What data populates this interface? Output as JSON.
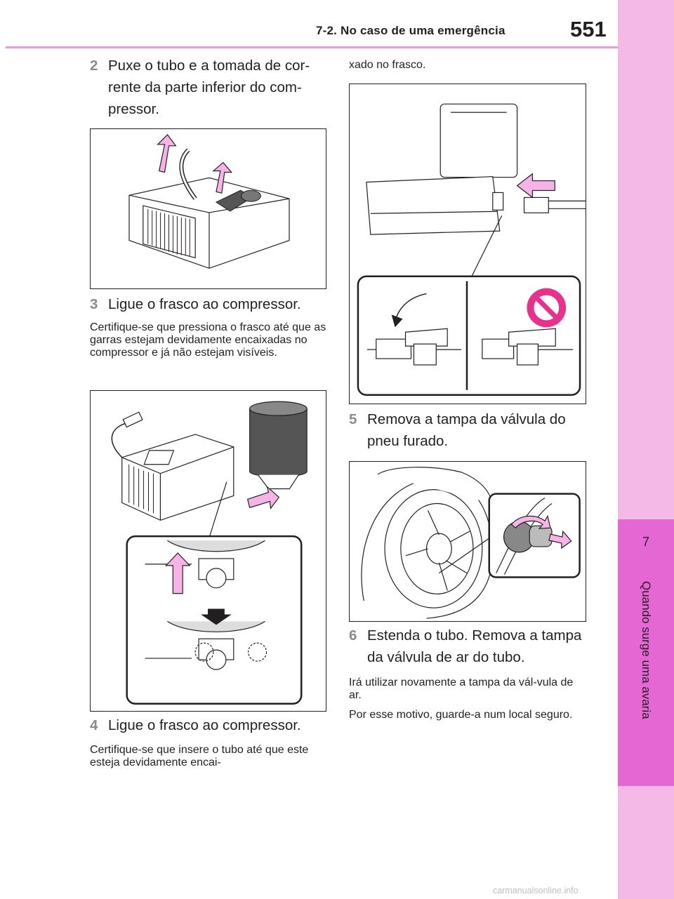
{
  "header": {
    "section_title": "7-2. No caso de uma emergência",
    "page_number": "551"
  },
  "side_tab": {
    "chapter_number": "7",
    "chapter_title": "Quando surge uma avaria"
  },
  "left_column": {
    "step2": {
      "number": "2",
      "text": "Puxe o tubo e a tomada de cor-rente da parte inferior do com-pressor."
    },
    "step3": {
      "number": "3",
      "text": "Ligue o frasco ao compressor."
    },
    "step3_note": "Certifique-se que pressiona o frasco até que as garras estejam devidamente encaixadas no compressor e já não estejam visíveis.",
    "step4": {
      "number": "4",
      "text": "Ligue o frasco ao compressor."
    },
    "step4_note": "Certifique-se que insere o tubo até que este esteja devidamente encai-"
  },
  "right_column": {
    "step4_note_cont": "xado no frasco.",
    "step5": {
      "number": "5",
      "text": "Remova a tampa da válvula do pneu furado."
    },
    "step6": {
      "number": "6",
      "text": "Estenda o tubo. Remova a tampa da válvula de ar do tubo."
    },
    "step6_note1": "Irá utilizar novamente a tampa da vál-vula de ar.",
    "step6_note2": "Por esse motivo, guarde-a num local seguro."
  },
  "colors": {
    "tab_light": "#f4b9e7",
    "tab_active": "#e567d3",
    "arrow_fill": "#f6b3e6",
    "prohibit": "#e8318a"
  },
  "watermark": "carmanualsonline.info"
}
